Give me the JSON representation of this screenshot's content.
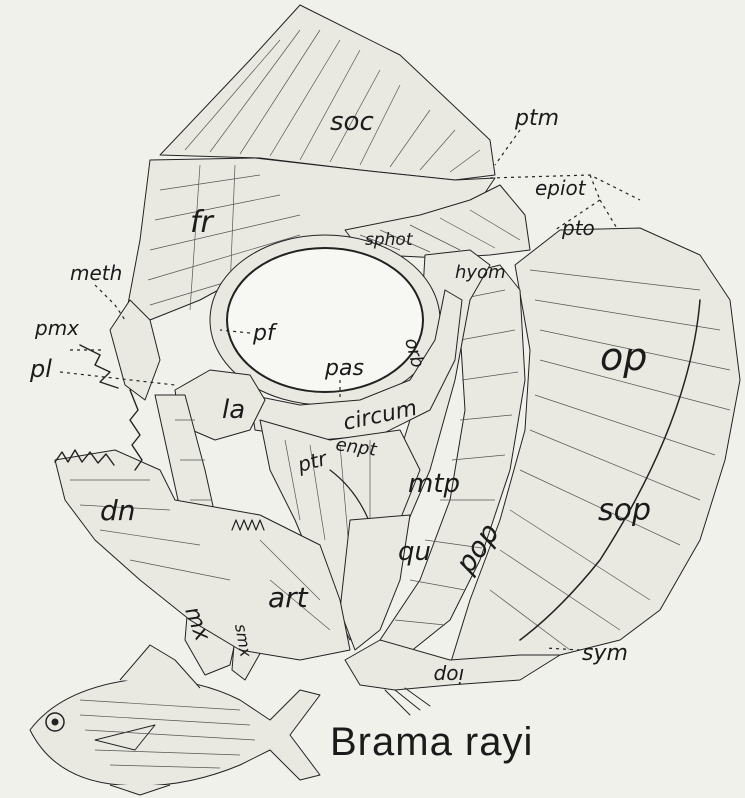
{
  "labels": {
    "soc": "soc",
    "ptm": "ptm",
    "epiot": "epiot",
    "pto": "pto",
    "fr": "fr",
    "sphot": "sphot",
    "meth": "meth",
    "hyom": "hyom",
    "pmx": "pmx",
    "pf": "pf",
    "op": "op",
    "pl": "pl",
    "pas": "pas",
    "la": "la",
    "circum": "circum",
    "enpt": "enpt",
    "ptr": "ptr",
    "mtp": "mtp",
    "dn": "dn",
    "sop": "sop",
    "qu": "qu",
    "pop": "pop",
    "mx": "mx",
    "art": "art",
    "smx": "smx",
    "sym": "sym",
    "iop": "iop",
    "orbital": "orb"
  },
  "caption": "Brama rayi"
}
